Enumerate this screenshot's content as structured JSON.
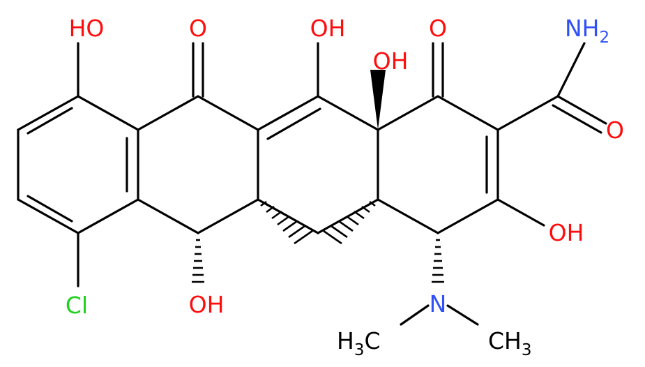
{
  "molecule": {
    "atoms": {
      "oh_top_left": "HO",
      "o_ketone_left": "O",
      "oh_top_middle": "OH",
      "oh_stereo": "OH",
      "o_ketone_right": "O",
      "nh2_n": "NH",
      "nh2_sub": "2",
      "o_amide": "O",
      "oh_right": "OH",
      "cl": "Cl",
      "oh_bottom": "OH",
      "n_dimethyl": "N",
      "methyl_left_h": "H",
      "methyl_left_sub": "3",
      "methyl_left_c": "C",
      "methyl_right_c": "CH",
      "methyl_right_sub": "3"
    },
    "colors": {
      "bond": "#000000",
      "oxygen": "#ff0d0d",
      "nitrogen": "#3050f8",
      "chlorine": "#1fd01f"
    }
  }
}
